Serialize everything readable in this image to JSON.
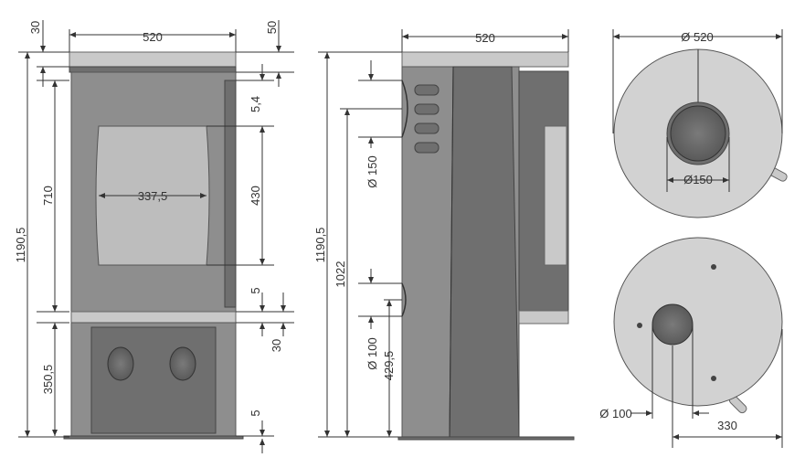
{
  "colors": {
    "body": "#8e8e8e",
    "dark": "#6f6f6f",
    "light": "#c9c9c9",
    "line": "#333333"
  },
  "front": {
    "width": "520",
    "top": "30",
    "top_right": "50",
    "height_total": "1190,5",
    "height_door": "710",
    "gap_top": "5,4",
    "glass_width": "337,5",
    "glass_height": "430",
    "gap_mid": "5",
    "base_top": "30",
    "lower": "350,5",
    "gap_bottom": "5"
  },
  "side": {
    "width": "520",
    "height_total": "1190,5",
    "height_outlet": "1022",
    "diameter_top": "Ø 150",
    "diameter_bottom": "Ø 100",
    "height_inlet": "429,5"
  },
  "top_view": {
    "diameter": "Ø 520",
    "flue": "Ø150"
  },
  "bottom_view": {
    "inlet": "Ø 100",
    "offset": "330"
  }
}
